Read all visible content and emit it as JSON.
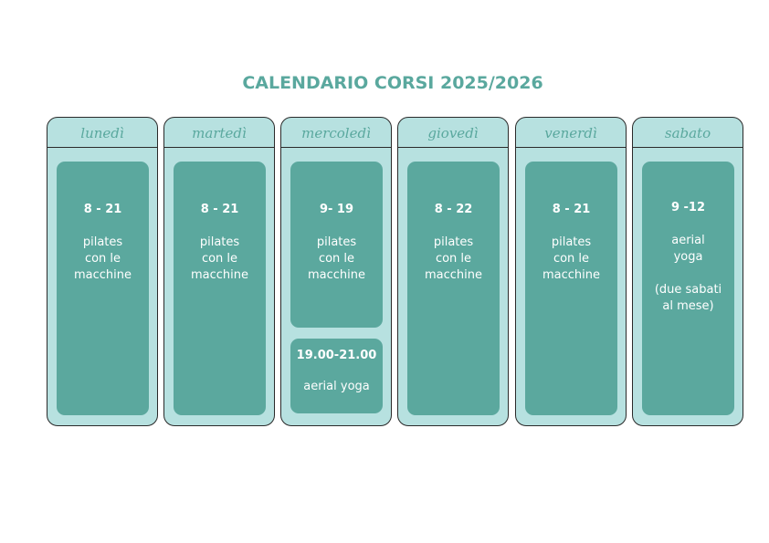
{
  "title": "CALENDARIO CORSI 2025/2026",
  "days": [
    {
      "name": "lunedì",
      "slots": [
        {
          "time": "8 - 21",
          "lines": [
            "pilates",
            "con le",
            "macchine"
          ]
        }
      ]
    },
    {
      "name": "martedì",
      "slots": [
        {
          "time": "8 - 21",
          "lines": [
            "pilates",
            "con le",
            "macchine"
          ]
        }
      ]
    },
    {
      "name": "mercoledì",
      "slots": [
        {
          "time": "9- 19",
          "lines": [
            "pilates",
            "con le",
            "macchine"
          ]
        },
        {
          "time": "19.00-21.00",
          "lines": [
            "aerial yoga"
          ]
        }
      ]
    },
    {
      "name": "giovedì",
      "slots": [
        {
          "time": "8 - 22",
          "lines": [
            "pilates",
            "con le",
            "macchine"
          ]
        }
      ]
    },
    {
      "name": "venerdì",
      "slots": [
        {
          "time": "8 - 21",
          "lines": [
            "pilates",
            "con le",
            "macchine"
          ]
        }
      ]
    },
    {
      "name": "sabato",
      "slots": [
        {
          "time": "9 -12",
          "lines": [
            "aerial",
            "yoga",
            "",
            "(due sabati",
            "al mese)"
          ]
        }
      ]
    }
  ]
}
